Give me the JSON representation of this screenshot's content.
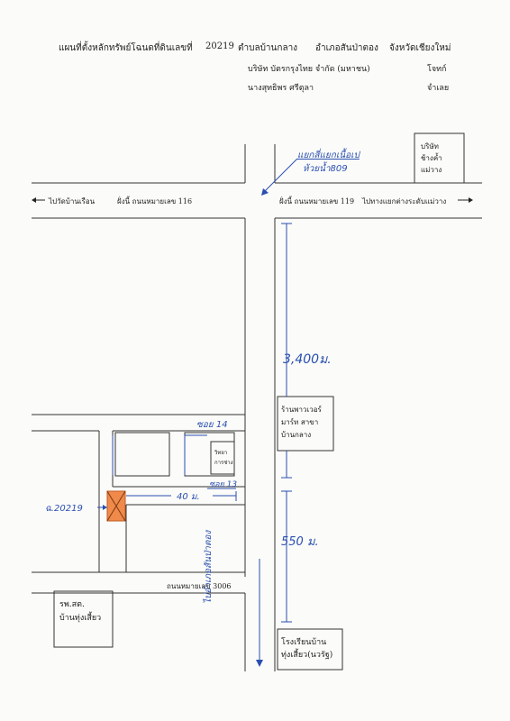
{
  "header": {
    "title": "แผนที่ตั้งหลักทรัพย์โฉนดที่ดินเลขที่",
    "deed_no": "20219",
    "subdistrict": "ตำบลบ้านกลาง",
    "district": "อำเภอสันป่าตอง",
    "province": "จังหวัดเชียงใหม่",
    "company": "บริษัท บัตรกรุงไทย จำกัด (มหาชน)",
    "role_left": "โจทก์",
    "person": "นางสุทธิพร ศรีตุลา",
    "role_right": "จำเลย"
  },
  "roads": {
    "top_left_direction": "ไปวัดบ้านเรือน",
    "top_left_side": "ฝั่งนี้ ถนนหมายเลข 116",
    "top_right_side": "ฝั่งนี้ ถนนหมายเลข 119",
    "top_right_direction": "ไปทางแยกต่างระดับแม่วาง",
    "bottom_road": "ถนนหมายเลข 3006"
  },
  "places": {
    "company_box": [
      "บริษัท",
      "ช้างค้ำ",
      "แม่วาง"
    ],
    "powermart": [
      "ร้านพาวเวอร์",
      "มาร์ท สาขา",
      "บ้านกลาง"
    ],
    "small_box": [
      "วิทยา",
      "การช่าง"
    ],
    "hospital": [
      "รพ.สต.",
      "บ้านทุ่งเสี้ยว"
    ],
    "school": [
      "โรงเรียนบ้าน",
      "ทุ่งเสี้ยว(นวรัฐ)"
    ]
  },
  "handwritten": {
    "junction_name": "แยกสี่แยกเนื้อเป",
    "junction_sub": "ห้วยน้ำ809",
    "distance_long": "3,400ม.",
    "distance_550": "550 ม.",
    "soi_14": "ซอย 14",
    "soi_13": "ซอย 13",
    "distance_40": "40 ม.",
    "deed_label": "ฉ.20219",
    "road_vertical": "ไปอำเภอสันป่าตอง"
  },
  "colors": {
    "ink": "#222222",
    "pen": "#2a4fb0",
    "parcel": "#f08a4b"
  }
}
